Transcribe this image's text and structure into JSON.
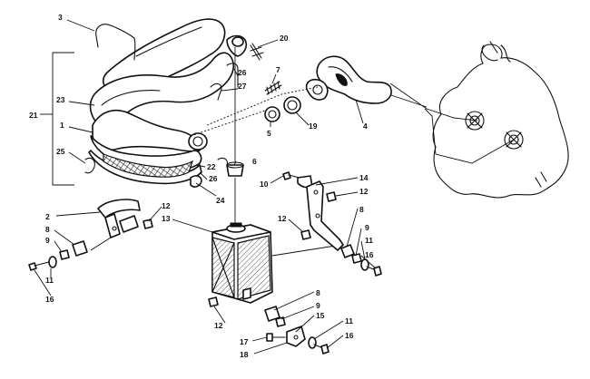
{
  "callouts": [
    {
      "id": "c3a",
      "text": "3"
    },
    {
      "id": "c20",
      "text": "20"
    },
    {
      "id": "c7",
      "text": "7"
    },
    {
      "id": "c26a",
      "text": "26"
    },
    {
      "id": "c27",
      "text": "27"
    },
    {
      "id": "c21",
      "text": "21"
    },
    {
      "id": "c23",
      "text": "23"
    },
    {
      "id": "c1",
      "text": "1"
    },
    {
      "id": "c25",
      "text": "25"
    },
    {
      "id": "c5",
      "text": "5"
    },
    {
      "id": "c19",
      "text": "19"
    },
    {
      "id": "c4",
      "text": "4"
    },
    {
      "id": "c6",
      "text": "6"
    },
    {
      "id": "c22",
      "text": "22"
    },
    {
      "id": "c26b",
      "text": "26"
    },
    {
      "id": "c24",
      "text": "24"
    },
    {
      "id": "c10",
      "text": "10"
    },
    {
      "id": "c14",
      "text": "14"
    },
    {
      "id": "c12a",
      "text": "12"
    },
    {
      "id": "c2",
      "text": "2"
    },
    {
      "id": "c12b",
      "text": "12"
    },
    {
      "id": "c13",
      "text": "13"
    },
    {
      "id": "c8a",
      "text": "8"
    },
    {
      "id": "c9a",
      "text": "9"
    },
    {
      "id": "c12c",
      "text": "12"
    },
    {
      "id": "c8b",
      "text": "8"
    },
    {
      "id": "c9b",
      "text": "9"
    },
    {
      "id": "c11a",
      "text": "11"
    },
    {
      "id": "c16a",
      "text": "16"
    },
    {
      "id": "c11b",
      "text": "11"
    },
    {
      "id": "c16b",
      "text": "16"
    },
    {
      "id": "c12d",
      "text": "12"
    },
    {
      "id": "c8c",
      "text": "8"
    },
    {
      "id": "c9c",
      "text": "9"
    },
    {
      "id": "c15",
      "text": "15"
    },
    {
      "id": "c11c",
      "text": "11"
    },
    {
      "id": "c17",
      "text": "17"
    },
    {
      "id": "c16c",
      "text": "16"
    },
    {
      "id": "c18",
      "text": "18"
    }
  ]
}
